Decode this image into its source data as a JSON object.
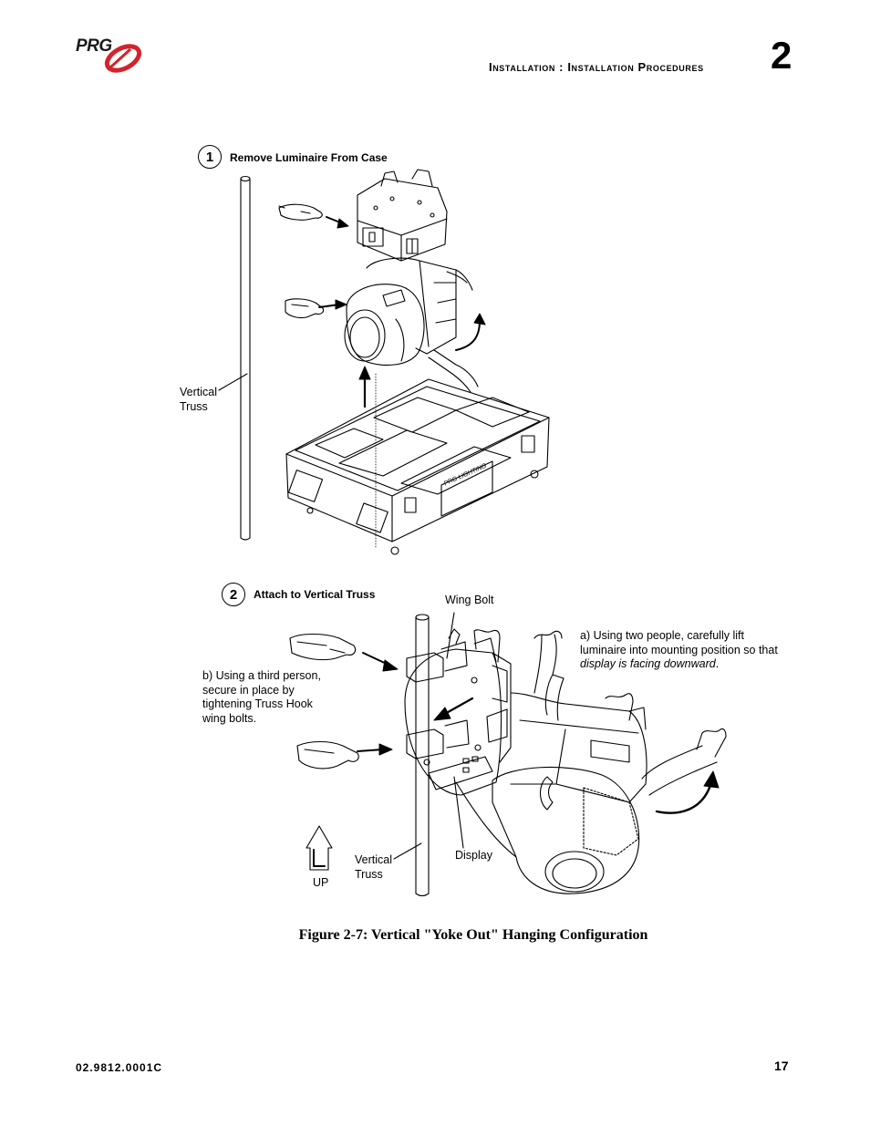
{
  "header": {
    "logo_text": "PRG",
    "section_title": "Installation : Installation Procedures",
    "chapter_number": "2"
  },
  "figure": {
    "step1": {
      "number": "1",
      "title": "Remove Luminaire From Case"
    },
    "step2": {
      "number": "2",
      "title": "Attach to Vertical Truss"
    },
    "labels": {
      "vertical_truss_1": "Vertical\nTruss",
      "vertical_truss_2": "Vertical\nTruss",
      "wing_bolt": "Wing Bolt",
      "display": "Display",
      "up": "UP",
      "case_logo": "PRG LIGHTING"
    },
    "note_a_prefix": "a) Using two people, carefully lift luminaire into mounting position so that ",
    "note_a_emphasis": "display is facing downward",
    "note_a_suffix": ".",
    "note_b": "b) Using a third person, secure in place by tightening Truss Hook wing bolts.",
    "caption": "Figure 2-7:  Vertical \"Yoke Out\" Hanging Configuration"
  },
  "footer": {
    "doc_code": "02.9812.0001C",
    "page_number": "17"
  },
  "colors": {
    "brand_red": "#d4232b",
    "ink": "#000000"
  }
}
